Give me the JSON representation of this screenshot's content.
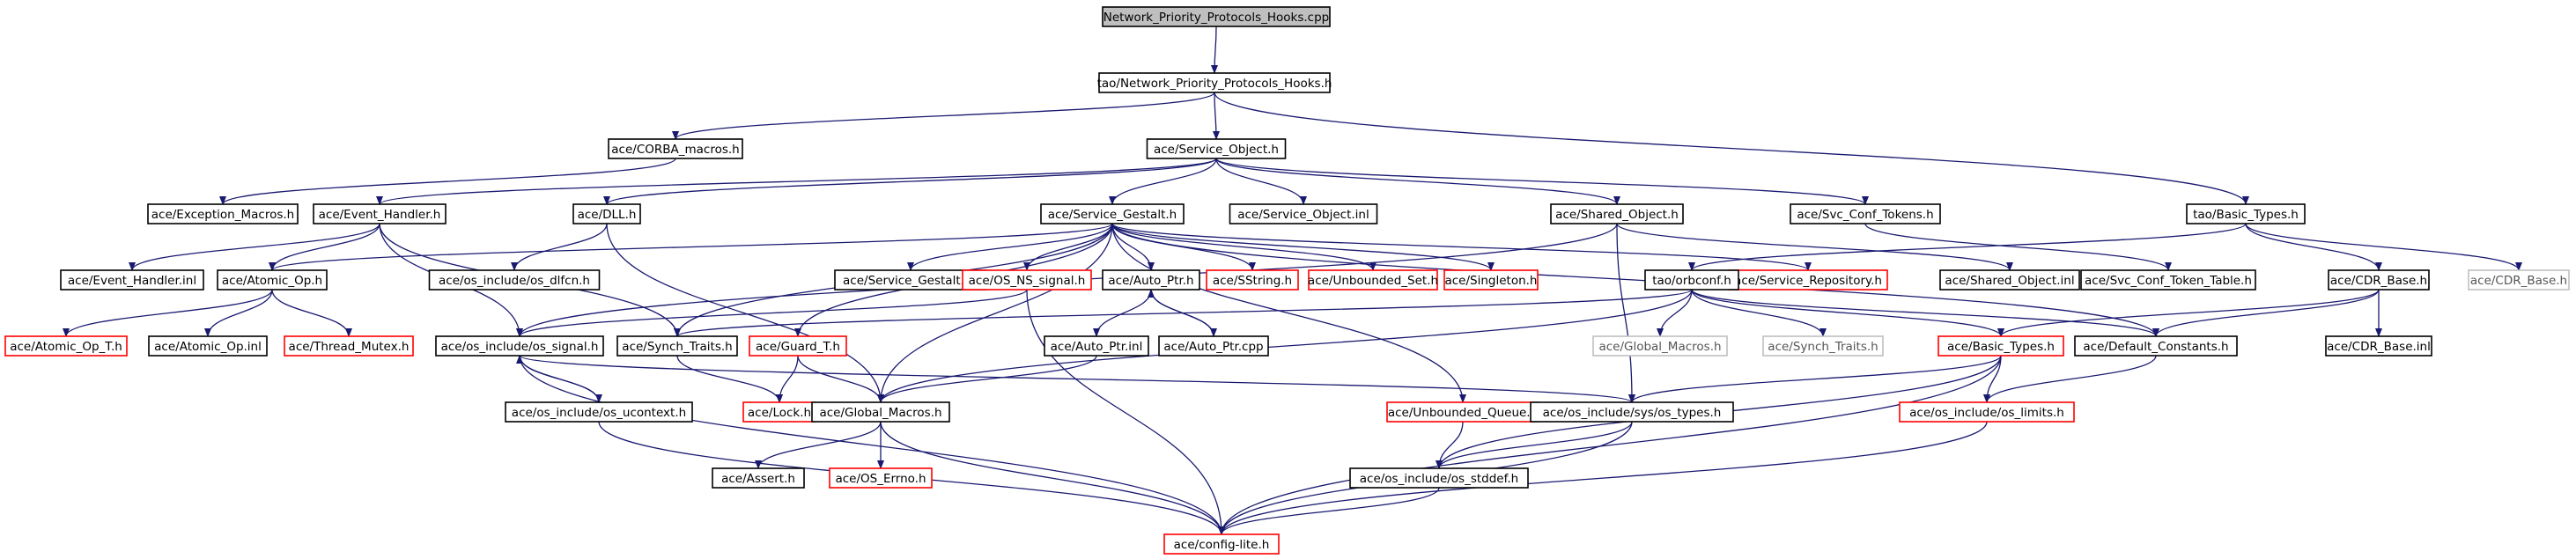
{
  "colors": {
    "edge": "#191970",
    "root_fill": "#bfbfbf",
    "normal_border": "#000000",
    "missing_border": "#ff0000",
    "external_border": "#c0c0c0"
  },
  "nodes": [
    {
      "id": "npph_cpp",
      "label": "Network_Priority_Protocols_Hooks.cpp",
      "style": "root"
    },
    {
      "id": "npph_h",
      "label": "tao/Network_Priority_Protocols_Hooks.h",
      "style": "normal"
    },
    {
      "id": "corba_macros",
      "label": "ace/CORBA_macros.h",
      "style": "normal"
    },
    {
      "id": "service_object",
      "label": "ace/Service_Object.h",
      "style": "normal"
    },
    {
      "id": "exception_macros",
      "label": "ace/Exception_Macros.h",
      "style": "normal"
    },
    {
      "id": "event_handler",
      "label": "ace/Event_Handler.h",
      "style": "normal"
    },
    {
      "id": "dll",
      "label": "ace/DLL.h",
      "style": "normal"
    },
    {
      "id": "service_gestalt",
      "label": "ace/Service_Gestalt.h",
      "style": "normal"
    },
    {
      "id": "service_object_inl",
      "label": "ace/Service_Object.inl",
      "style": "normal"
    },
    {
      "id": "shared_object",
      "label": "ace/Shared_Object.h",
      "style": "normal"
    },
    {
      "id": "svc_conf_tokens",
      "label": "ace/Svc_Conf_Tokens.h",
      "style": "normal"
    },
    {
      "id": "basic_types_tao",
      "label": "tao/Basic_Types.h",
      "style": "normal"
    },
    {
      "id": "event_handler_inl",
      "label": "ace/Event_Handler.inl",
      "style": "normal"
    },
    {
      "id": "atomic_op",
      "label": "ace/Atomic_Op.h",
      "style": "normal"
    },
    {
      "id": "os_dlfcn",
      "label": "ace/os_include/os_dlfcn.h",
      "style": "normal"
    },
    {
      "id": "service_gestalt_inl",
      "label": "ace/Service_Gestalt.inl",
      "style": "normal"
    },
    {
      "id": "os_ns_signal",
      "label": "ace/OS_NS_signal.h",
      "style": "red"
    },
    {
      "id": "auto_ptr",
      "label": "ace/Auto_Ptr.h",
      "style": "normal"
    },
    {
      "id": "sstring",
      "label": "ace/SString.h",
      "style": "red"
    },
    {
      "id": "unbounded_set",
      "label": "ace/Unbounded_Set.h",
      "style": "red"
    },
    {
      "id": "singleton",
      "label": "ace/Singleton.h",
      "style": "red"
    },
    {
      "id": "service_repository",
      "label": "ace/Service_Repository.h",
      "style": "red"
    },
    {
      "id": "shared_object_inl",
      "label": "ace/Shared_Object.inl",
      "style": "normal"
    },
    {
      "id": "svc_conf_token_table",
      "label": "ace/Svc_Conf_Token_Table.h",
      "style": "normal"
    },
    {
      "id": "cdr_base",
      "label": "ace/CDR_Base.h",
      "style": "normal"
    },
    {
      "id": "cdr_base_gray",
      "label": "ace/CDR_Base.h",
      "style": "gray"
    },
    {
      "id": "orbconf",
      "label": "tao/orbconf.h",
      "style": "normal"
    },
    {
      "id": "atomic_op_t",
      "label": "ace/Atomic_Op_T.h",
      "style": "red"
    },
    {
      "id": "atomic_op_inl",
      "label": "ace/Atomic_Op.inl",
      "style": "normal"
    },
    {
      "id": "thread_mutex",
      "label": "ace/Thread_Mutex.h",
      "style": "red"
    },
    {
      "id": "os_signal",
      "label": "ace/os_include/os_signal.h",
      "style": "normal"
    },
    {
      "id": "synch_traits",
      "label": "ace/Synch_Traits.h",
      "style": "normal"
    },
    {
      "id": "guard_t",
      "label": "ace/Guard_T.h",
      "style": "red"
    },
    {
      "id": "auto_ptr_inl",
      "label": "ace/Auto_Ptr.inl",
      "style": "normal"
    },
    {
      "id": "auto_ptr_cpp",
      "label": "ace/Auto_Ptr.cpp",
      "style": "normal"
    },
    {
      "id": "global_macros_gray",
      "label": "ace/Global_Macros.h",
      "style": "gray"
    },
    {
      "id": "synch_traits_gray",
      "label": "ace/Synch_Traits.h",
      "style": "gray"
    },
    {
      "id": "basic_types_ace",
      "label": "ace/Basic_Types.h",
      "style": "red"
    },
    {
      "id": "default_constants",
      "label": "ace/Default_Constants.h",
      "style": "normal"
    },
    {
      "id": "cdr_base_inl",
      "label": "ace/CDR_Base.inl",
      "style": "normal"
    },
    {
      "id": "os_ucontext",
      "label": "ace/os_include/os_ucontext.h",
      "style": "normal"
    },
    {
      "id": "lock",
      "label": "ace/Lock.h",
      "style": "red"
    },
    {
      "id": "global_macros",
      "label": "ace/Global_Macros.h",
      "style": "normal"
    },
    {
      "id": "unbounded_queue",
      "label": "ace/Unbounded_Queue.h",
      "style": "red"
    },
    {
      "id": "os_types",
      "label": "ace/os_include/sys/os_types.h",
      "style": "normal"
    },
    {
      "id": "os_limits",
      "label": "ace/os_include/os_limits.h",
      "style": "red"
    },
    {
      "id": "assert",
      "label": "ace/Assert.h",
      "style": "normal"
    },
    {
      "id": "os_errno",
      "label": "ace/OS_Errno.h",
      "style": "red"
    },
    {
      "id": "os_stddef",
      "label": "ace/os_include/os_stddef.h",
      "style": "normal"
    },
    {
      "id": "config_lite",
      "label": "ace/config-lite.h",
      "style": "red"
    }
  ],
  "edges": [
    [
      "npph_cpp",
      "npph_h"
    ],
    [
      "npph_h",
      "corba_macros"
    ],
    [
      "npph_h",
      "service_object"
    ],
    [
      "npph_h",
      "basic_types_tao"
    ],
    [
      "corba_macros",
      "exception_macros"
    ],
    [
      "service_object",
      "event_handler"
    ],
    [
      "service_object",
      "dll"
    ],
    [
      "service_object",
      "service_gestalt"
    ],
    [
      "service_object",
      "service_object_inl"
    ],
    [
      "service_object",
      "shared_object"
    ],
    [
      "service_object",
      "svc_conf_tokens"
    ],
    [
      "event_handler",
      "event_handler_inl"
    ],
    [
      "event_handler",
      "atomic_op"
    ],
    [
      "event_handler",
      "os_signal"
    ],
    [
      "event_handler",
      "synch_traits"
    ],
    [
      "dll",
      "os_dlfcn"
    ],
    [
      "dll",
      "global_macros"
    ],
    [
      "service_gestalt",
      "atomic_op"
    ],
    [
      "service_gestalt",
      "service_gestalt_inl"
    ],
    [
      "service_gestalt",
      "os_ns_signal"
    ],
    [
      "service_gestalt",
      "auto_ptr"
    ],
    [
      "service_gestalt",
      "sstring"
    ],
    [
      "service_gestalt",
      "unbounded_set"
    ],
    [
      "service_gestalt",
      "singleton"
    ],
    [
      "service_gestalt",
      "service_repository"
    ],
    [
      "service_gestalt",
      "synch_traits"
    ],
    [
      "service_gestalt",
      "guard_t"
    ],
    [
      "service_gestalt",
      "global_macros"
    ],
    [
      "service_gestalt",
      "unbounded_queue"
    ],
    [
      "service_gestalt",
      "default_constants"
    ],
    [
      "shared_object",
      "shared_object_inl"
    ],
    [
      "shared_object",
      "os_types"
    ],
    [
      "shared_object",
      "os_signal"
    ],
    [
      "svc_conf_tokens",
      "svc_conf_token_table"
    ],
    [
      "basic_types_tao",
      "cdr_base"
    ],
    [
      "basic_types_tao",
      "cdr_base_gray"
    ],
    [
      "basic_types_tao",
      "orbconf"
    ],
    [
      "atomic_op",
      "atomic_op_t"
    ],
    [
      "atomic_op",
      "atomic_op_inl"
    ],
    [
      "atomic_op",
      "thread_mutex"
    ],
    [
      "os_ns_signal",
      "os_signal"
    ],
    [
      "os_ns_signal",
      "config_lite"
    ],
    [
      "auto_ptr",
      "auto_ptr_inl"
    ],
    [
      "auto_ptr",
      "auto_ptr_cpp"
    ],
    [
      "auto_ptr_cpp",
      "auto_ptr"
    ],
    [
      "auto_ptr_inl",
      "global_macros"
    ],
    [
      "cdr_base",
      "basic_types_ace"
    ],
    [
      "cdr_base",
      "default_constants"
    ],
    [
      "cdr_base",
      "cdr_base_inl"
    ],
    [
      "orbconf",
      "synch_traits"
    ],
    [
      "orbconf",
      "global_macros_gray"
    ],
    [
      "orbconf",
      "synch_traits_gray"
    ],
    [
      "orbconf",
      "basic_types_ace"
    ],
    [
      "orbconf",
      "default_constants"
    ],
    [
      "orbconf",
      "global_macros"
    ],
    [
      "os_signal",
      "os_ucontext"
    ],
    [
      "os_signal",
      "os_types"
    ],
    [
      "os_signal",
      "config_lite"
    ],
    [
      "os_ucontext",
      "os_signal"
    ],
    [
      "os_ucontext",
      "config_lite"
    ],
    [
      "synch_traits",
      "lock"
    ],
    [
      "guard_t",
      "lock"
    ],
    [
      "guard_t",
      "global_macros"
    ],
    [
      "global_macros",
      "assert"
    ],
    [
      "global_macros",
      "os_errno"
    ],
    [
      "global_macros",
      "config_lite"
    ],
    [
      "unbounded_queue",
      "os_stddef"
    ],
    [
      "os_types",
      "os_stddef"
    ],
    [
      "os_types",
      "config_lite"
    ],
    [
      "basic_types_ace",
      "os_limits"
    ],
    [
      "basic_types_ace",
      "os_types"
    ],
    [
      "basic_types_ace",
      "os_stddef"
    ],
    [
      "basic_types_ace",
      "config_lite"
    ],
    [
      "default_constants",
      "os_limits"
    ],
    [
      "os_limits",
      "config_lite"
    ],
    [
      "os_stddef",
      "config_lite"
    ]
  ]
}
